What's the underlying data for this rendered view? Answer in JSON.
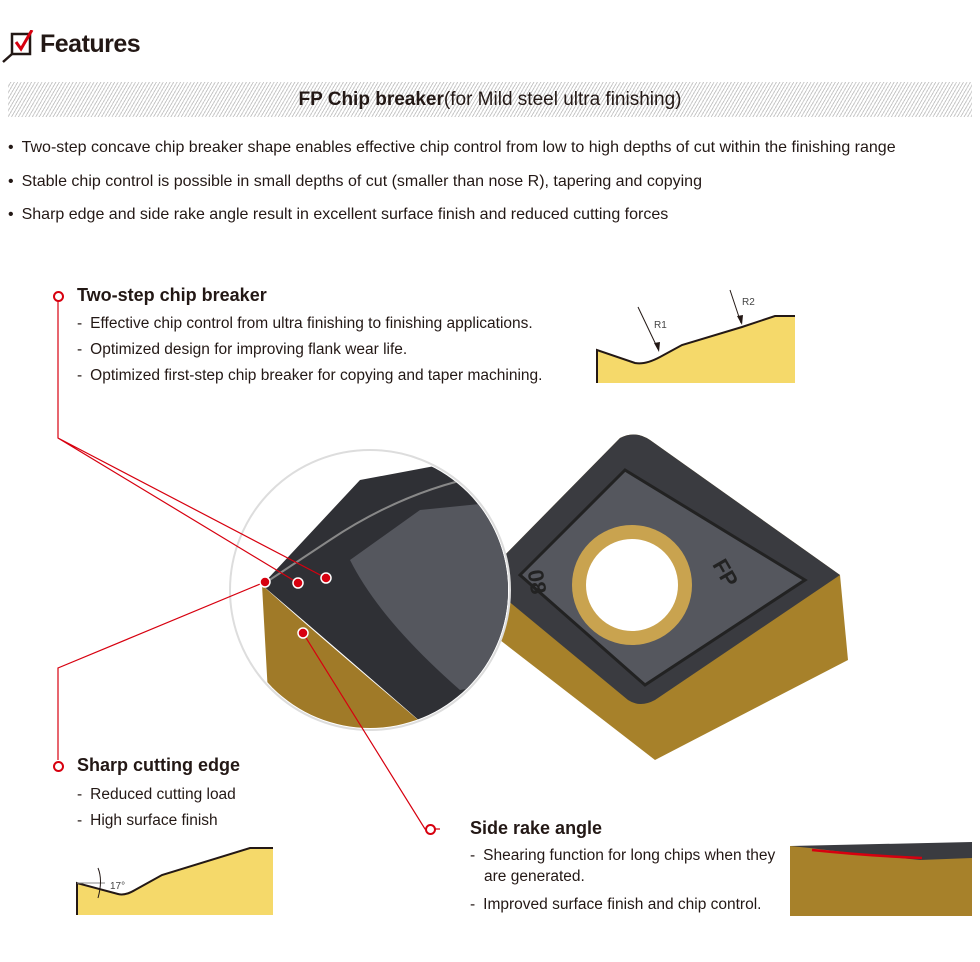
{
  "header": {
    "title": "Features",
    "icon": "checkbox-check-icon"
  },
  "banner": {
    "title": "FP Chip breaker",
    "subtitle": "(for Mild steel ultra finishing)"
  },
  "bullets": [
    "Two-step concave chip breaker shape enables effective chip control from low to high depths of cut within the finishing range",
    "Stable chip control is possible in small depths of cut (smaller than nose R), tapering and copying",
    "Sharp edge and side rake angle result in excellent surface finish and reduced cutting forces"
  ],
  "sections": [
    {
      "title": "Two-step chip breaker",
      "items": [
        "Effective chip control from ultra finishing to finishing applications.",
        "Optimized design for improving flank wear life.",
        "Optimized first-step chip breaker for copying and taper machining."
      ]
    },
    {
      "title": "Sharp cutting edge",
      "items": [
        "Reduced cutting load",
        "High surface finish"
      ]
    },
    {
      "title": "Side rake angle",
      "items": [
        "Shearing function for long chips when they are generated.",
        "Improved surface finish and chip control."
      ]
    }
  ],
  "diagram1": {
    "r1": "R1",
    "r2": "R2"
  },
  "diagram2": {
    "angle": "17°"
  },
  "insert": {
    "mark_left": "08",
    "mark_right": "FP"
  },
  "colors": {
    "accent": "#d7000f",
    "profile": "#f5d96a",
    "insert_side": "#a7812a",
    "insert_top": "#3a3b40"
  }
}
